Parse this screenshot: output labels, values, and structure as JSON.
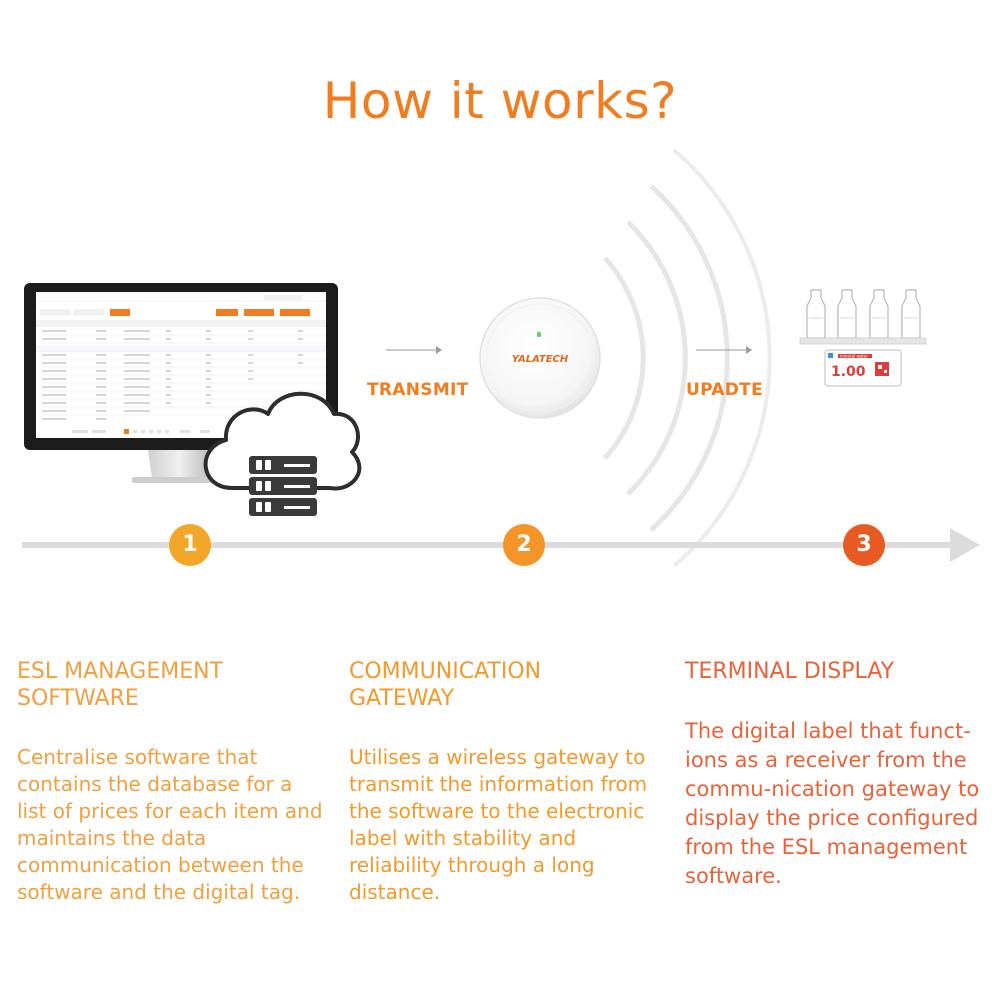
{
  "title": "How it works?",
  "colors": {
    "accent": "#f07d20",
    "step1": "#f2a72b",
    "step2": "#f59528",
    "step3": "#e85a24",
    "text1": "#f0a040",
    "text2": "#f29a2c",
    "text3": "#e8623a",
    "arrowline": "#d9d9d9"
  },
  "flow": {
    "transmit": "TRANSMIT",
    "update": "UPADTE"
  },
  "gateway": {
    "brand": "YALATECH"
  },
  "tag": {
    "price": "1.00",
    "product_text": "mineral water"
  },
  "steps": [
    {
      "number": "1",
      "heading_line1": "ESL MANAGEMENT",
      "heading_line2": "SOFTWARE",
      "desc_lines": [
        "Centralise software that",
        "contains the database for a",
        "list of prices for each item and",
        "maintains the data",
        "communication between the",
        "software and the digital tag."
      ]
    },
    {
      "number": "2",
      "heading_line1": "COMMUNICATION",
      "heading_line2": "GATEWAY",
      "desc_lines": [
        "Utilises a wireless gateway to",
        "transmit the information from",
        "the software to the electronic",
        "label with stability and",
        "reliability through a long",
        "distance."
      ]
    },
    {
      "number": "3",
      "heading_line1": "TERMINAL DISPLAY",
      "desc_lines": [
        "The digital label that funct-",
        "ions as a receiver from the",
        "commu-nication gateway to",
        "display the price configured",
        "from the ESL management",
        "software."
      ]
    }
  ]
}
